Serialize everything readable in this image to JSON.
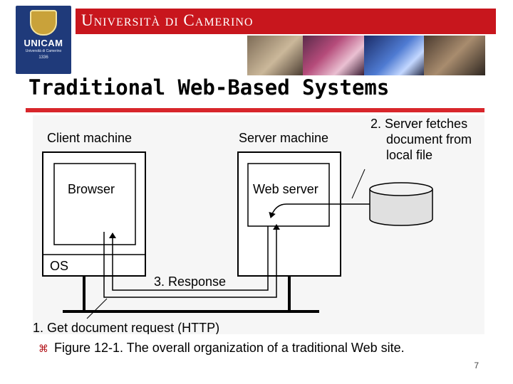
{
  "header": {
    "logo": {
      "name": "UNICAM",
      "sub": "Università di Camerino",
      "year": "1336"
    },
    "banner_title": "Università di Camerino"
  },
  "slide": {
    "title": "Traditional Web-Based Systems",
    "caption": "Figure 12-1. The overall organization of a traditional Web site.",
    "page_number": "7"
  },
  "diagram": {
    "client_label": "Client machine",
    "server_label": "Server machine",
    "browser_label": "Browser",
    "webserver_label": "Web server",
    "os_label": "OS",
    "response_label": "3. Response",
    "request_label": "1. Get document request (HTTP)",
    "fetch_line1": "2. Server fetches",
    "fetch_line2": "document from",
    "fetch_line3": "local file"
  },
  "colors": {
    "accent": "#c8161d",
    "rule": "#d8262b",
    "logo_bg": "#1f3a7a"
  }
}
